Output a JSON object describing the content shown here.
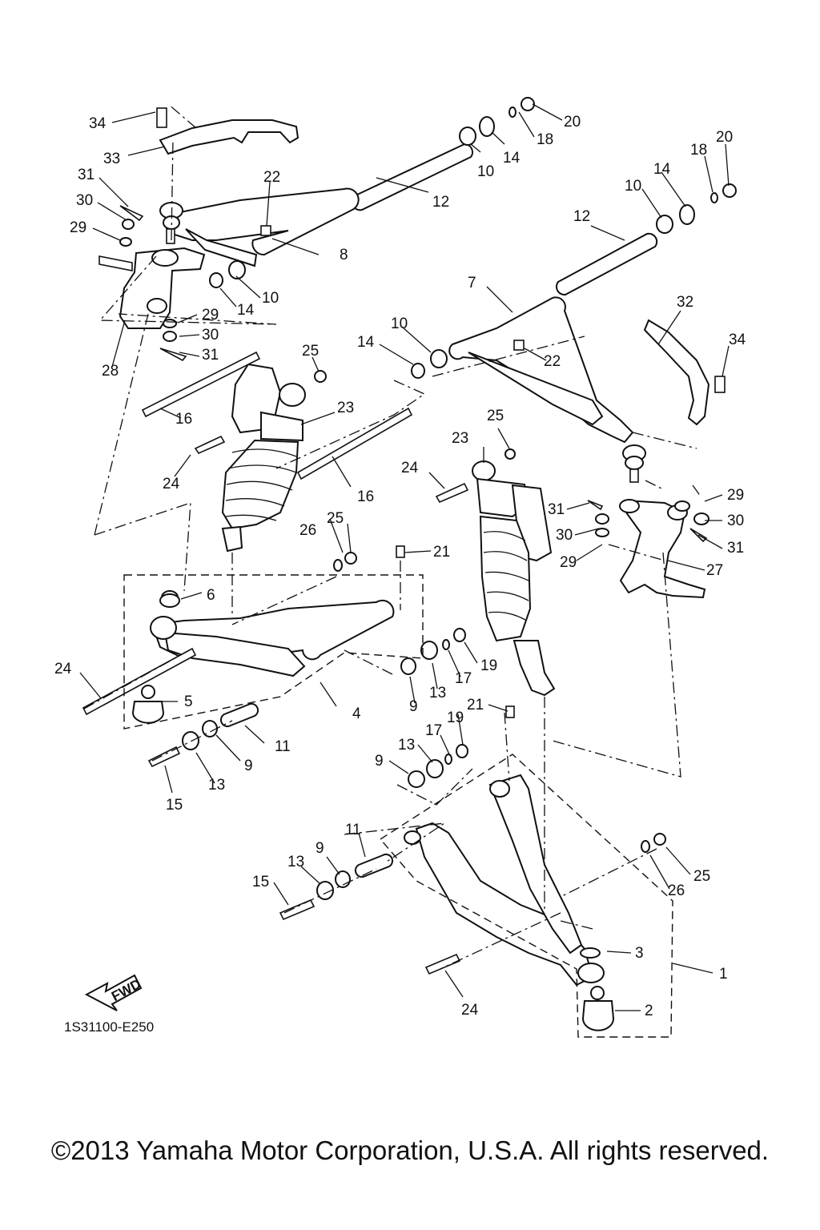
{
  "diagram": {
    "drawing_code": "1S31100-E250",
    "fwd_arrow": "FWD",
    "copyright": "©2013 Yamaha Motor Corporation, U.S.A. All rights reserved."
  },
  "callouts": {
    "c34a": "34",
    "c33": "33",
    "c31a": "31",
    "c30a": "30",
    "c29a": "29",
    "c22a": "22",
    "c8": "8",
    "c12a": "12",
    "c10a": "10",
    "c14a": "14",
    "c18a": "18",
    "c20a": "20",
    "c18b": "18",
    "c20b": "20",
    "c14b": "14",
    "c10b": "10",
    "c12b": "12",
    "c10c": "10",
    "c14c": "14",
    "c7": "7",
    "c32": "32",
    "c34b": "34",
    "c29b": "29",
    "c30b": "30",
    "c31b": "31",
    "c28": "28",
    "c10d": "10",
    "c14d": "14",
    "c22b": "22",
    "c25a": "25",
    "c23a": "23",
    "c16a": "16",
    "c16b": "16",
    "c24a": "24",
    "c25b": "25",
    "c23b": "23",
    "c24b": "24",
    "c29c": "29",
    "c30c": "30",
    "c31c": "31",
    "c27": "27",
    "c31d": "31",
    "c30d": "30",
    "c29d": "29",
    "c26a": "26",
    "c25c": "25",
    "c21a": "21",
    "c6": "6",
    "c24c": "24",
    "c5": "5",
    "c4": "4",
    "c9a": "9",
    "c13a": "13",
    "c17a": "17",
    "c19a": "19",
    "c11a": "11",
    "c9b": "9",
    "c13b": "13",
    "c15a": "15",
    "c21b": "21",
    "c19b": "19",
    "c17b": "17",
    "c13c": "13",
    "c9c": "9",
    "c11b": "11",
    "c9d": "9",
    "c13d": "13",
    "c15b": "15",
    "c26b": "26",
    "c25d": "25",
    "c3": "3",
    "c1": "1",
    "c24d": "24",
    "c2": "2"
  }
}
